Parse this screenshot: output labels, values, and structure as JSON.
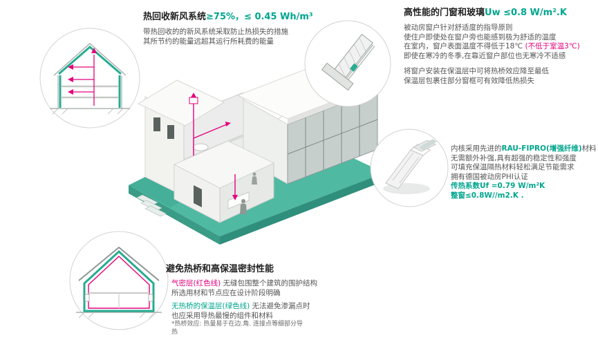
{
  "colors": {
    "accent_green": "#00a58e",
    "accent_magenta": "#e5007d",
    "base_teal": "#4fb9a2",
    "title_text": "#1f1f1f",
    "body_text": "#555555"
  },
  "ventilation": {
    "title_black": "热回收新风系统",
    "title_green": "≥75%，≤ 0.45 Wh/m³",
    "line1": "带热回收的的新风系统采取防止热损失的措施",
    "line2": "其所节约的能量远超其运行所耗费的能量"
  },
  "windows": {
    "title_black": "高性能的门窗和玻璃",
    "title_green": "Uw ≤0.8 W/m².K",
    "line1": "被动房窗户针对舒适度的指导原则",
    "line2": "使住户即使处在窗户旁也能感到极为舒适的温度",
    "line3a": "在室内，窗户表面温度不得低于18℃ ",
    "line3b": "(不低于室温3℃)",
    "line4": "即使在寒冷的冬季,在靠近窗户部位也无寒冷不适感",
    "line5": "将窗户安装在保温层中可将热桥效应降至最低",
    "line6": "保温层包裹住部分窗框可有效降低热损失"
  },
  "profile": {
    "line1a": "内核采用先进的",
    "line1b": "RAU-FIPRO(增强纤维)",
    "line1c": "材料",
    "line2": "无需额外补强,具有超强的稳定性和强度",
    "line3": "可填充保温隔热材料轻松满足节能需求",
    "line4": "拥有德国被动房PHI认证",
    "line5": "传热系数Uf =0.79 W/m²K",
    "line6": "整窗≤0.8W//m2.K ."
  },
  "thermal": {
    "title": "避免热桥和高保温密封性能",
    "line1a": "气密层(红色线)",
    "line1b": " 无缝包围整个建筑的围护结构",
    "line2": "所选用材和节点应在设计阶段明确",
    "line3a": "无热桥的保温层(绿色线)",
    "line3b": " 无法避免渗漏点时",
    "line4": "也应采用导热最慢的组件和材料",
    "line5": "*热桥效应: 热量易于在边.角. 连接点等细部分导",
    "line6": "热"
  },
  "icons": {
    "ventilation_circle": "house-section-ventilation-drawing",
    "window_detail_circle": "window-jamb-technical-drawing",
    "window_profile_circle": "window-profile-3d-render",
    "thermal_circle": "house-section-insulation-drawing",
    "main_illustration": "isometric-passive-house-cutaway"
  }
}
